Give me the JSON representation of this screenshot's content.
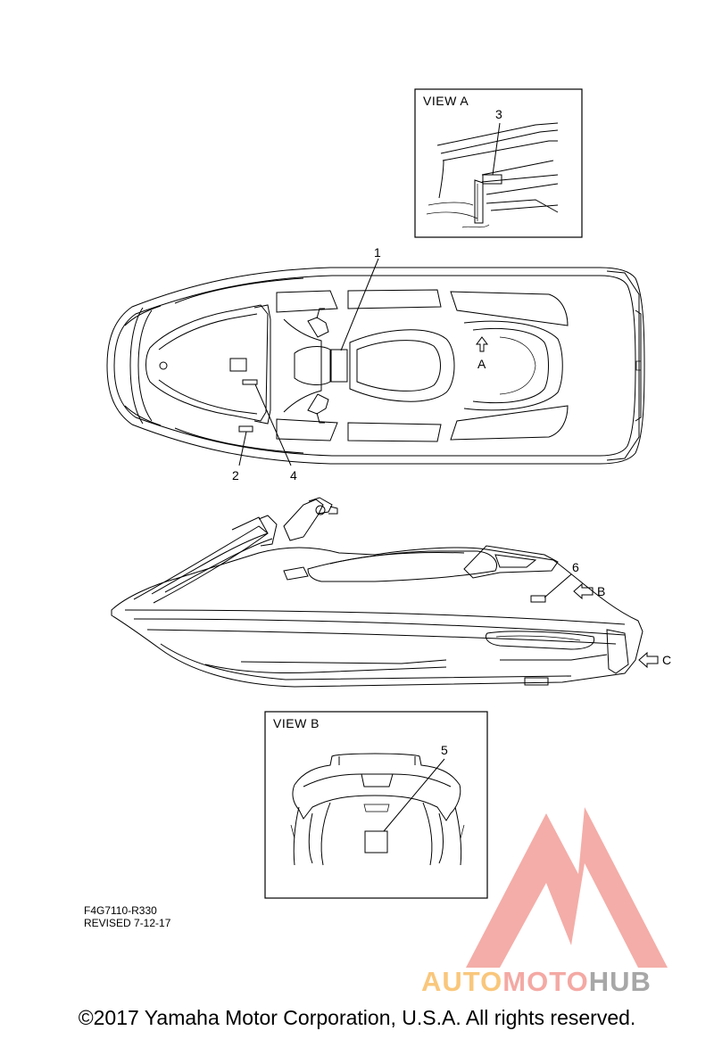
{
  "views": {
    "view_a": {
      "title": "VIEW A",
      "callout": "3"
    },
    "view_b": {
      "title": "VIEW B",
      "callout": "5"
    }
  },
  "callouts": {
    "top": [
      "1",
      "2",
      "4"
    ],
    "side": [
      "6"
    ],
    "arrow_a": "A",
    "arrow_b": "B",
    "arrow_c": "C"
  },
  "part_code": "F4G7110-R330",
  "revised": "REVISED 7-12-17",
  "copyright": "©2017 Yamaha Motor Corporation, U.S.A. All rights reserved.",
  "watermark": {
    "text_auto": "AUTO",
    "text_moto": "MOTO",
    "text_hub": "HUB",
    "color_primary": "#f4a9a4",
    "color_secondary": "#f9c77c",
    "color_hub": "#a7a7a7"
  }
}
